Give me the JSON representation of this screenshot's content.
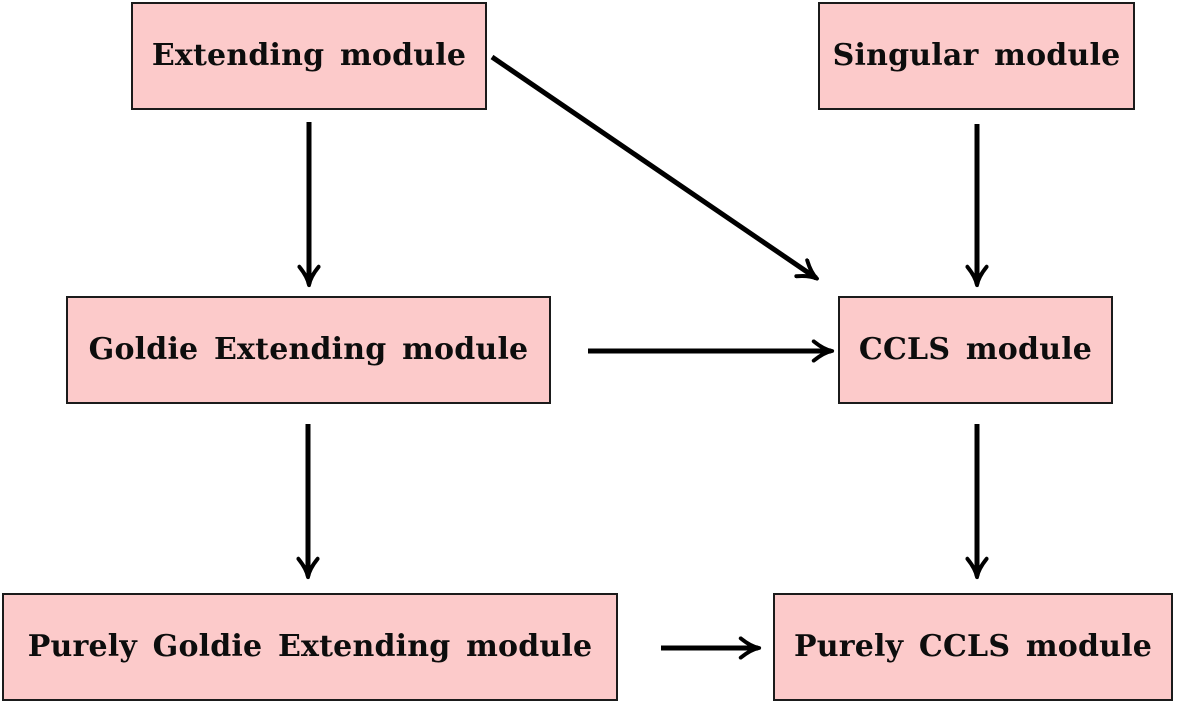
{
  "diagram": {
    "nodes": [
      {
        "id": "extending-module",
        "label": "Extending module"
      },
      {
        "id": "singular-module",
        "label": "Singular module"
      },
      {
        "id": "goldie-extending-module",
        "label": "Goldie Extending module"
      },
      {
        "id": "ccls-module",
        "label": "CCLS module"
      },
      {
        "id": "purely-goldie-extending-module",
        "label": "Purely Goldie Extending module"
      },
      {
        "id": "purely-ccls-module",
        "label": "Purely CCLS module"
      }
    ],
    "edges": [
      {
        "from": "extending-module",
        "to": "goldie-extending-module"
      },
      {
        "from": "extending-module",
        "to": "ccls-module"
      },
      {
        "from": "singular-module",
        "to": "ccls-module"
      },
      {
        "from": "goldie-extending-module",
        "to": "ccls-module"
      },
      {
        "from": "goldie-extending-module",
        "to": "purely-goldie-extending-module"
      },
      {
        "from": "ccls-module",
        "to": "purely-ccls-module"
      },
      {
        "from": "purely-goldie-extending-module",
        "to": "purely-ccls-module"
      }
    ],
    "colors": {
      "node_fill": "#fccaca",
      "node_border": "#1b1b1b",
      "arrow": "#000000",
      "background": "#ffffff"
    }
  }
}
